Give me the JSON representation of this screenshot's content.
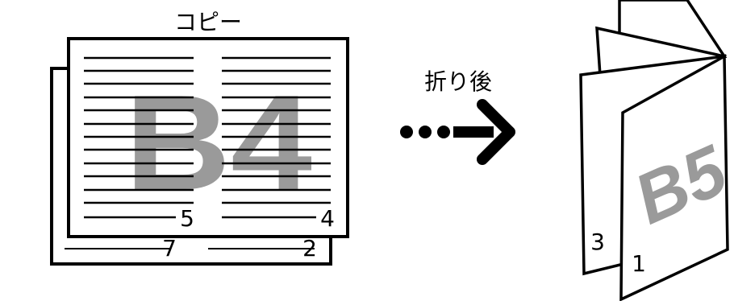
{
  "copy_label": "コピー",
  "source_size": "B4",
  "front_sheet": {
    "left_page": "5",
    "right_page": "4"
  },
  "back_sheet": {
    "left_page": "7",
    "right_page": "2"
  },
  "after_fold_label": "折り後",
  "result_size": "B5",
  "booklet": {
    "inner_page": "3",
    "front_page": "1"
  },
  "colors": {
    "ink": "#000000",
    "size_text": "#9a9a9a",
    "paper": "#ffffff"
  }
}
